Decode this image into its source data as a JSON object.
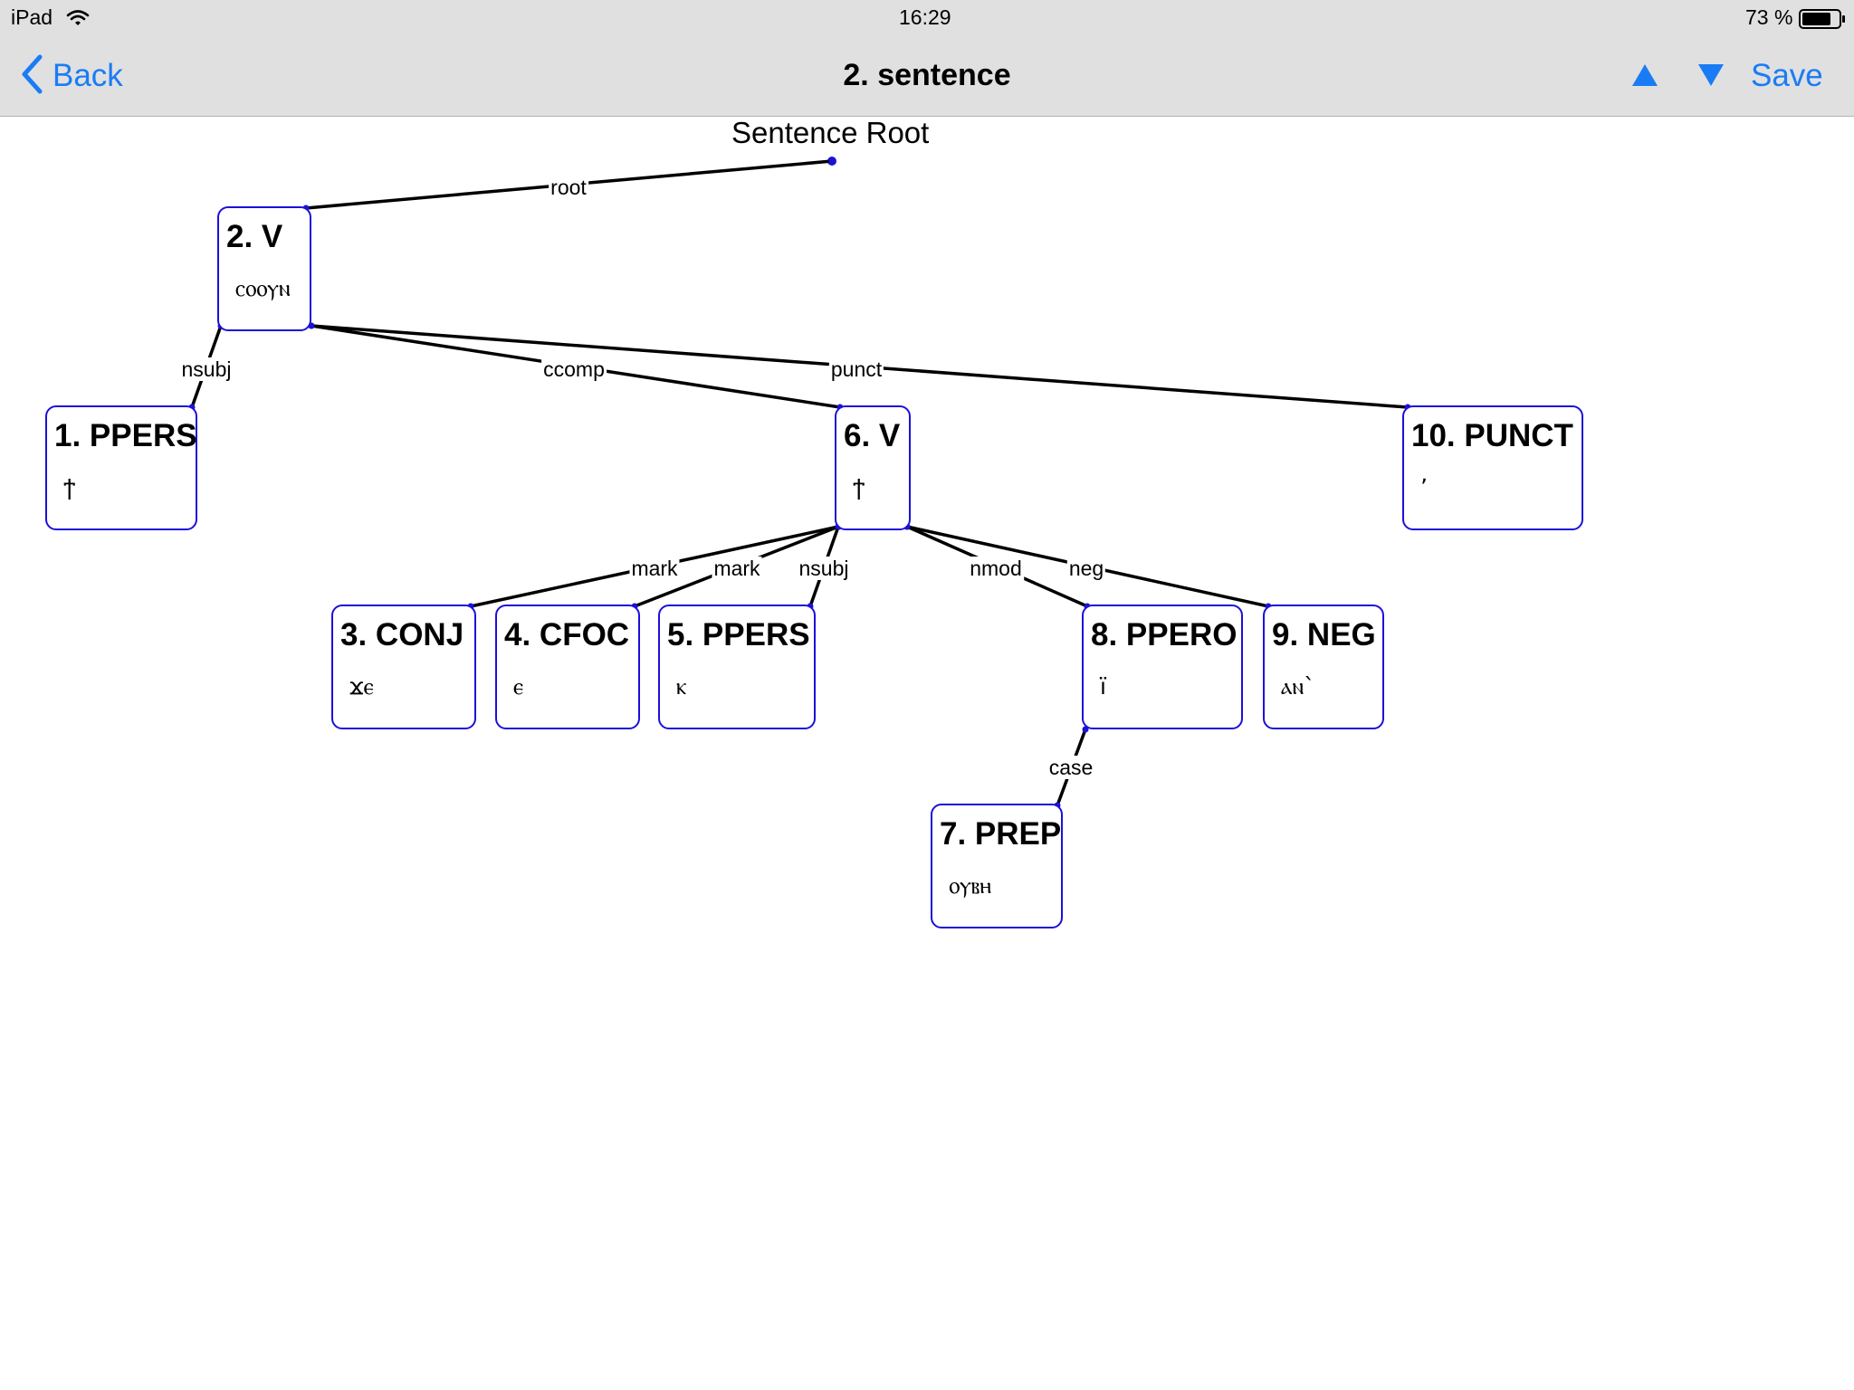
{
  "status_bar": {
    "device": "iPad",
    "time": "16:29",
    "battery": "73 %"
  },
  "nav": {
    "back_label": "Back",
    "title": "2. sentence",
    "save_label": "Save",
    "up_icon": "triangle-up-icon",
    "down_icon": "triangle-down-icon"
  },
  "colors": {
    "accent": "#1a7cf5",
    "node_border": "#1c10d9",
    "bar_bg": "#e0e0e0"
  },
  "tree": {
    "root_label": "Sentence Root",
    "nodes": [
      {
        "id": "n1",
        "header": "1. PPERS",
        "word": "ϯ"
      },
      {
        "id": "n2",
        "header": "2. V",
        "word": "ⲥⲟⲟⲩⲛ"
      },
      {
        "id": "n3",
        "header": "3. CONJ",
        "word": "ϫⲉ"
      },
      {
        "id": "n4",
        "header": "4. CFOC",
        "word": "ⲉ"
      },
      {
        "id": "n5",
        "header": "5. PPERS",
        "word": "ⲕ"
      },
      {
        "id": "n6",
        "header": "6. V",
        "word": "ϯ"
      },
      {
        "id": "n7",
        "header": "7. PREP",
        "word": "ⲟⲩⲃⲏ"
      },
      {
        "id": "n8",
        "header": "8. PPERO",
        "word": "ï"
      },
      {
        "id": "n9",
        "header": "9. NEG",
        "word": "ⲁⲛ`"
      },
      {
        "id": "n10",
        "header": "10. PUNCT",
        "word": "ʼ"
      }
    ],
    "edges": [
      {
        "from": "root",
        "to": "n2",
        "label": "root"
      },
      {
        "from": "n2",
        "to": "n1",
        "label": "nsubj"
      },
      {
        "from": "n2",
        "to": "n6",
        "label": "ccomp"
      },
      {
        "from": "n2",
        "to": "n10",
        "label": "punct"
      },
      {
        "from": "n6",
        "to": "n3",
        "label": "mark"
      },
      {
        "from": "n6",
        "to": "n4",
        "label": "mark"
      },
      {
        "from": "n6",
        "to": "n5",
        "label": "nsubj"
      },
      {
        "from": "n6",
        "to": "n8",
        "label": "nmod"
      },
      {
        "from": "n6",
        "to": "n9",
        "label": "neg"
      },
      {
        "from": "n8",
        "to": "n7",
        "label": "case"
      }
    ]
  }
}
